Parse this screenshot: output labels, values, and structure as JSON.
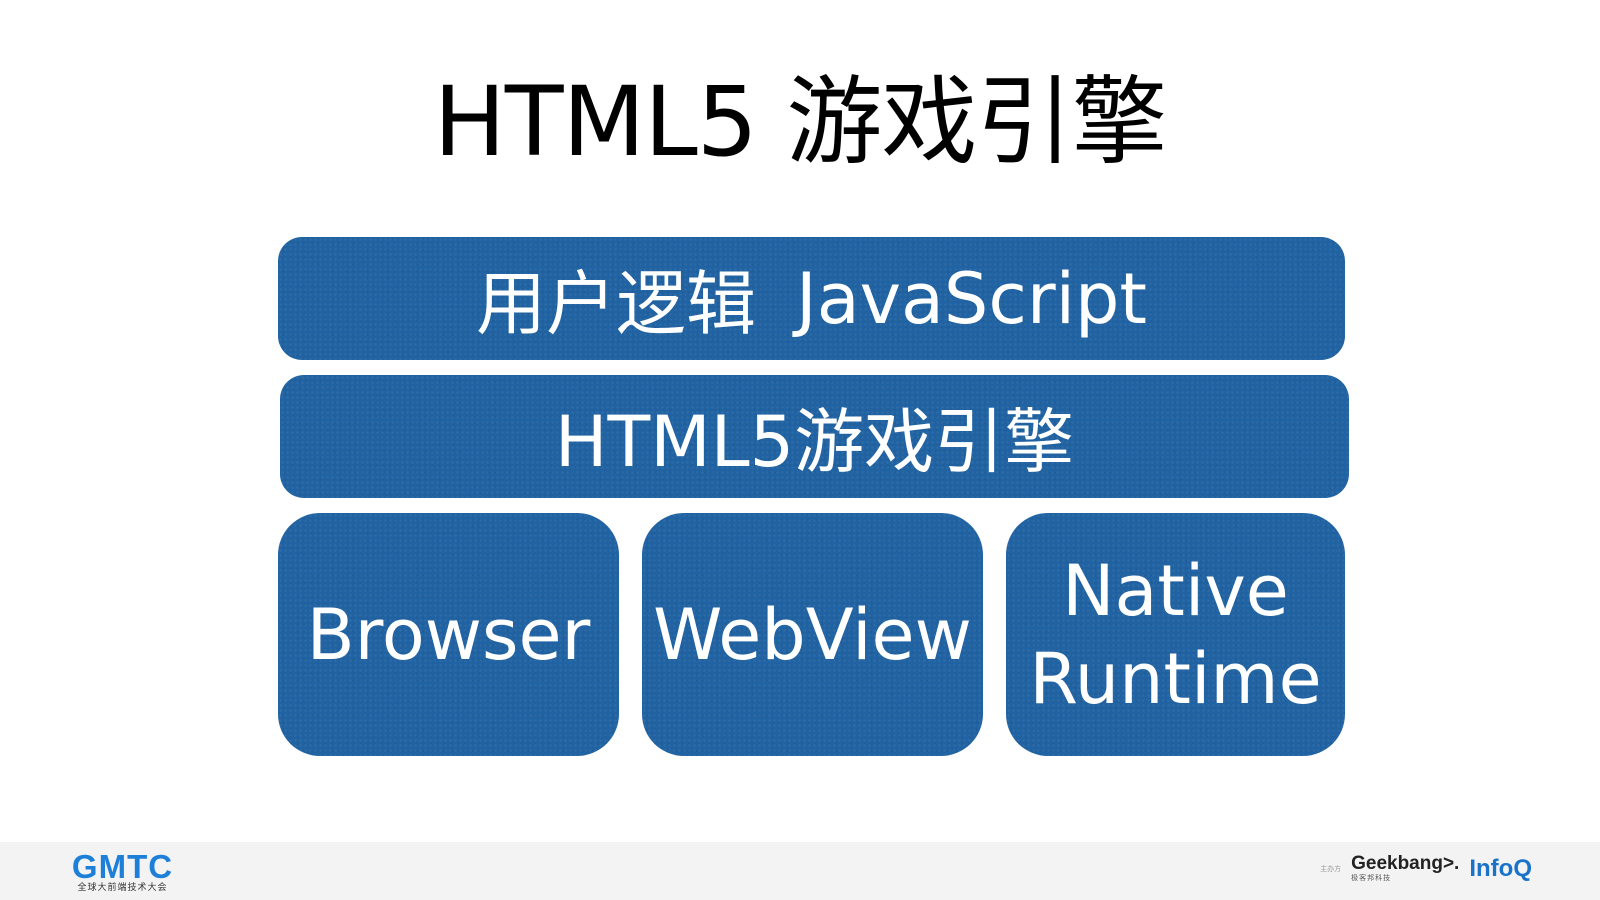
{
  "slide": {
    "title": "HTML5 游戏引擎"
  },
  "stack": {
    "user_logic_label": "用户逻辑",
    "user_logic_lang": "JavaScript",
    "engine_label": "HTML5游戏引擎",
    "runtimes": [
      {
        "line1": "Browser",
        "line2": ""
      },
      {
        "line1": "WebView",
        "line2": ""
      },
      {
        "line1": "Native",
        "line2": "Runtime"
      }
    ],
    "block_color": "#2163a2"
  },
  "footer": {
    "gmtc_logo": "GMTC",
    "gmtc_subtitle": "全球大前端技术大会",
    "sponsor_caption": "主办方",
    "geekbang_logo": "Geekbang>.",
    "geekbang_subtitle": "极客邦科技",
    "infoq_logo": "InfoQ"
  }
}
